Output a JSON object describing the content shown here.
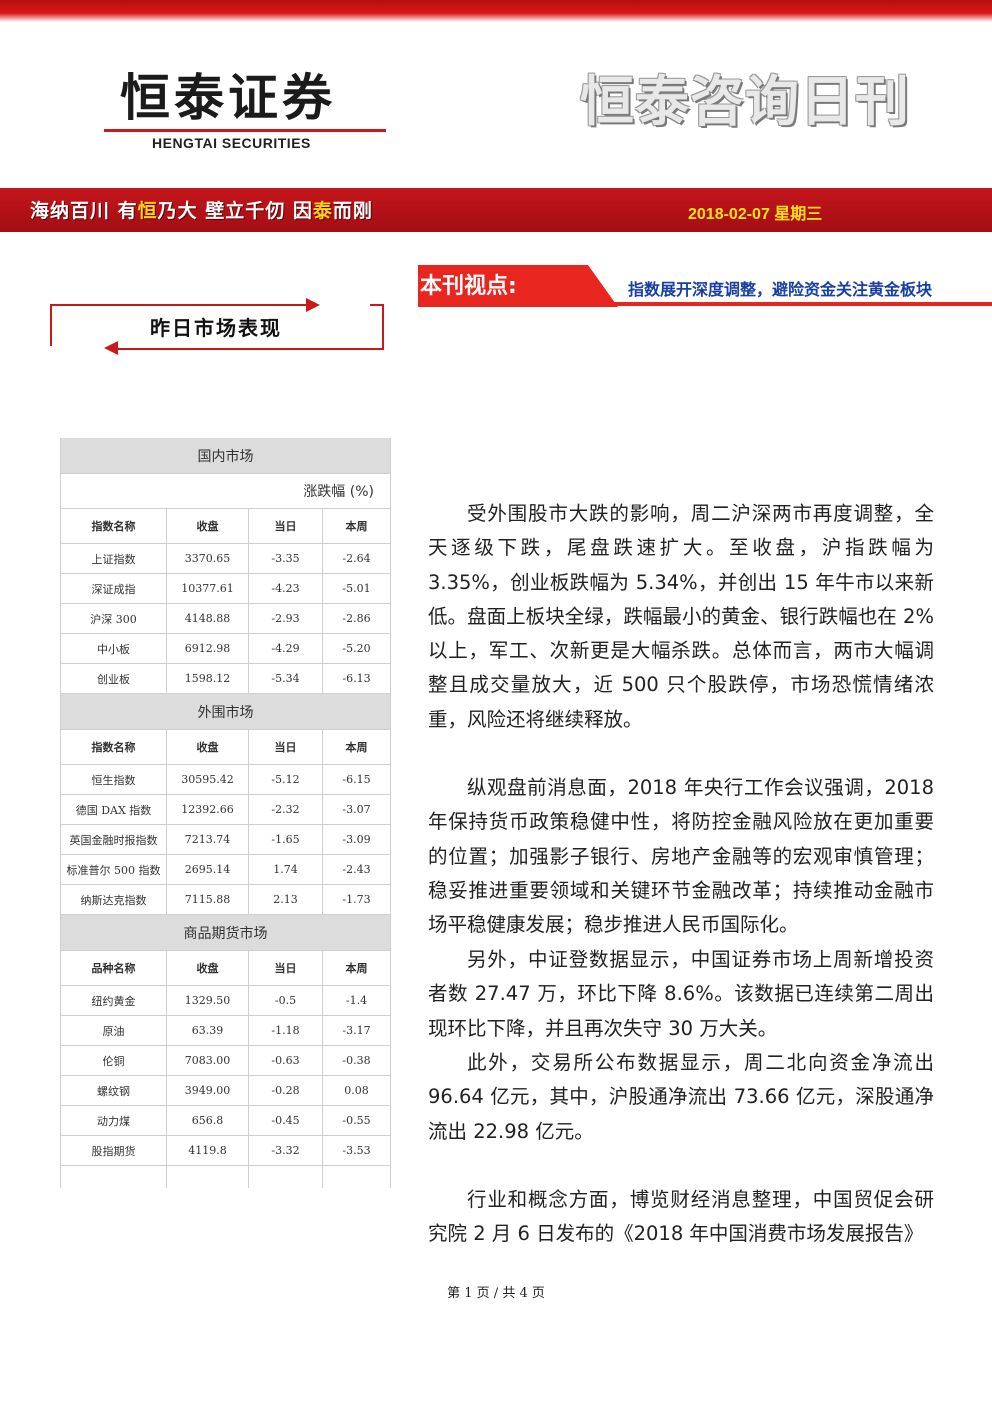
{
  "header": {
    "logo_cn": "恒泰证券",
    "logo_en": "HENGTAI SECURITIES",
    "masthead": "恒泰咨询日刊",
    "slogan_parts": [
      "海纳百川 有",
      "恒",
      "乃大   壁立千仞 因",
      "泰",
      "而刚"
    ],
    "date": "2018-02-07 星期三"
  },
  "viewpoint": {
    "label": "本刊视点:",
    "title": "指数展开深度调整，避险资金关注黄金板块"
  },
  "section": {
    "title": "昨日市场表现"
  },
  "table": {
    "unit": "涨跌幅 (%)",
    "groups": [
      {
        "title": "国内市场",
        "headers": [
          "指数名称",
          "收盘",
          "当日",
          "本周"
        ],
        "rows": [
          [
            "上证指数",
            "3370.65",
            "-3.35",
            "-2.64"
          ],
          [
            "深证成指",
            "10377.61",
            "-4.23",
            "-5.01"
          ],
          [
            "沪深 300",
            "4148.88",
            "-2.93",
            "-2.86"
          ],
          [
            "中小板",
            "6912.98",
            "-4.29",
            "-5.20"
          ],
          [
            "创业板",
            "1598.12",
            "-5.34",
            "-6.13"
          ]
        ]
      },
      {
        "title": "外围市场",
        "headers": [
          "指数名称",
          "收盘",
          "当日",
          "本周"
        ],
        "rows": [
          [
            "恒生指数",
            "30595.42",
            "-5.12",
            "-6.15"
          ],
          [
            "德国 DAX 指数",
            "12392.66",
            "-2.32",
            "-3.07"
          ],
          [
            "英国金融时报指数",
            "7213.74",
            "-1.65",
            "-3.09"
          ],
          [
            "标准普尔 500 指数",
            "2695.14",
            "1.74",
            "-2.43"
          ],
          [
            "纳斯达克指数",
            "7115.88",
            "2.13",
            "-1.73"
          ]
        ]
      },
      {
        "title": "商品期货市场",
        "headers": [
          "品种名称",
          "收盘",
          "当日",
          "本周"
        ],
        "rows": [
          [
            "纽约黄金",
            "1329.50",
            "-0.5",
            "-1.4"
          ],
          [
            "原油",
            "63.39",
            "-1.18",
            "-3.17"
          ],
          [
            "伦铜",
            "7083.00",
            "-0.63",
            "-0.38"
          ],
          [
            "螺纹钢",
            "3949.00",
            "-0.28",
            "0.08"
          ],
          [
            "动力煤",
            "656.8",
            "-0.45",
            "-0.55"
          ],
          [
            "股指期货",
            "4119.8",
            "-3.32",
            "-3.53"
          ]
        ]
      }
    ]
  },
  "body": {
    "p1": "受外围股市大跌的影响，周二沪深两市再度调整，全天逐级下跌，尾盘跌速扩大。至收盘，沪指跌幅为 3.35%，创业板跌幅为 5.34%，并创出 15 年牛市以来新低。盘面上板块全绿，跌幅最小的黄金、银行跌幅也在 2%以上，军工、次新更是大幅杀跌。总体而言，两市大幅调整且成交量放大，近 500 只个股跌停，市场恐慌情绪浓重，风险还将继续释放。",
    "p2": "纵观盘前消息面，2018 年央行工作会议强调，2018 年保持货币政策稳健中性，将防控金融风险放在更加重要的位置；加强影子银行、房地产金融等的宏观审慎管理；稳妥推进重要领域和关键环节金融改革；持续推动金融市场平稳健康发展；稳步推进人民币国际化。",
    "p3": "另外，中证登数据显示，中国证券市场上周新增投资者数 27.47 万，环比下降 8.6%。该数据已连续第二周出现环比下降，并且再次失守 30 万大关。",
    "p4": "此外，交易所公布数据显示，周二北向资金净流出 96.64 亿元，其中，沪股通净流出 73.66 亿元，深股通净流出 22.98 亿元。",
    "p5": "行业和概念方面，博览财经消息整理，中国贸促会研究院 2 月 6 日发布的《2018 年中国消费市场发展报告》"
  },
  "footer": {
    "page": "第 1 页 / 共 4 页"
  }
}
